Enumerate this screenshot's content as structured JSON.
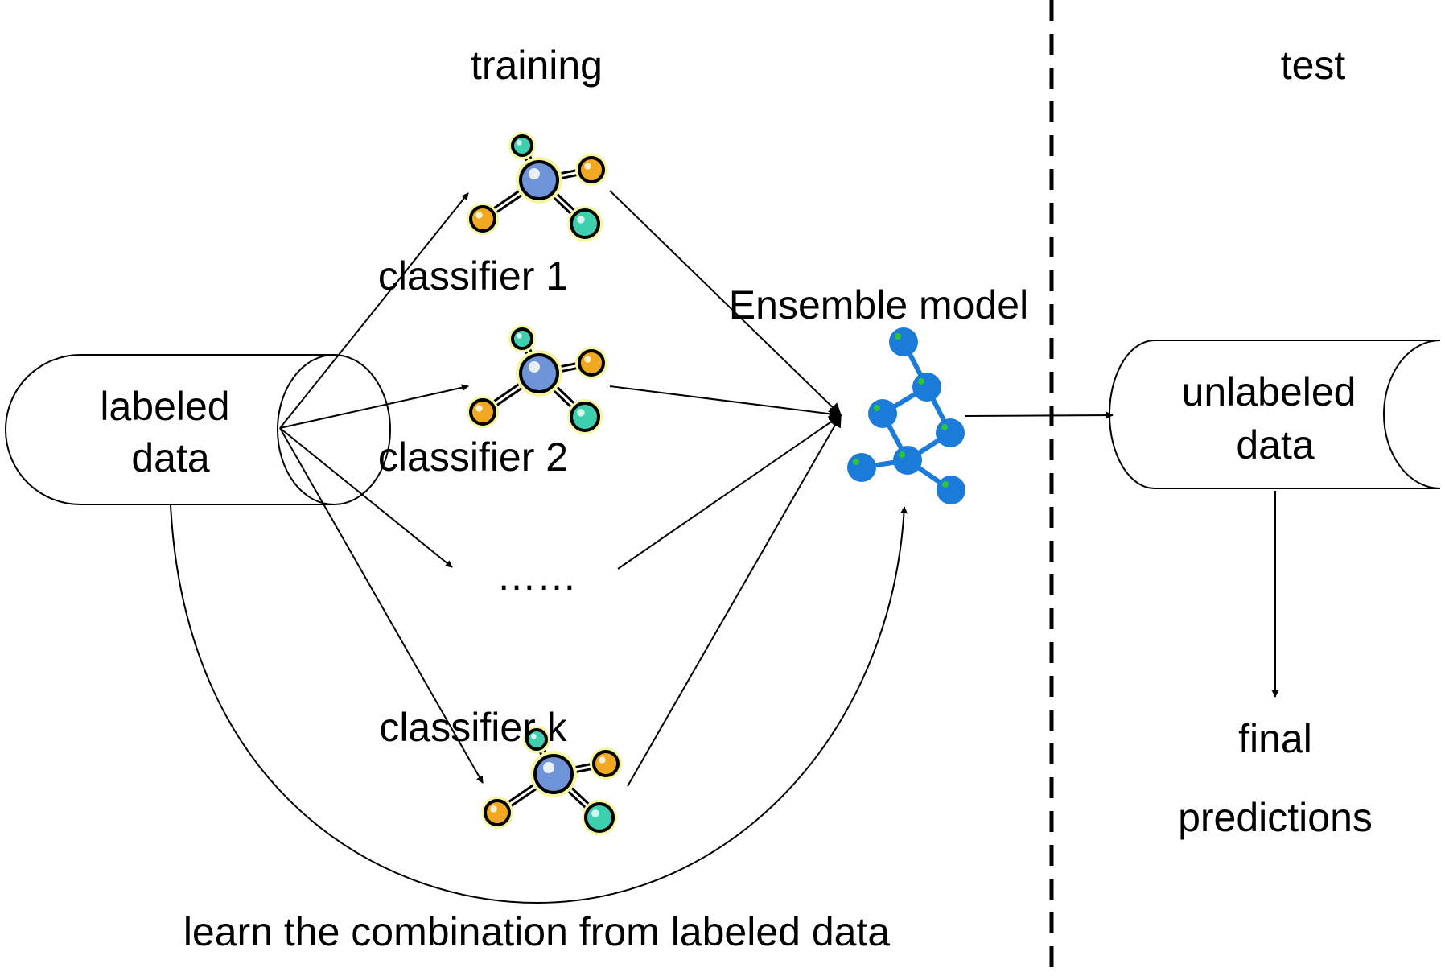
{
  "sections": {
    "training": "training",
    "test": "test"
  },
  "labeled_data": {
    "line1": "labeled",
    "line2": "data"
  },
  "unlabeled_data": {
    "line1": "unlabeled",
    "line2": "data"
  },
  "classifiers": [
    {
      "label": "classifier 1"
    },
    {
      "label": "classifier 2"
    },
    {
      "label": "……"
    },
    {
      "label": "classifier k"
    }
  ],
  "ensemble": {
    "label": "Ensemble model"
  },
  "final": {
    "line1": "final",
    "line2": "predictions"
  },
  "combination_note": "learn the combination from labeled data",
  "colors": {
    "molecule_center": "#6e93d6",
    "molecule_teal": "#3ecfae",
    "molecule_orange": "#f0a820",
    "molecule_glow": "#f4f7a0",
    "ensemble_blue": "#1a7bd9",
    "ensemble_dot": "#2ec436"
  }
}
